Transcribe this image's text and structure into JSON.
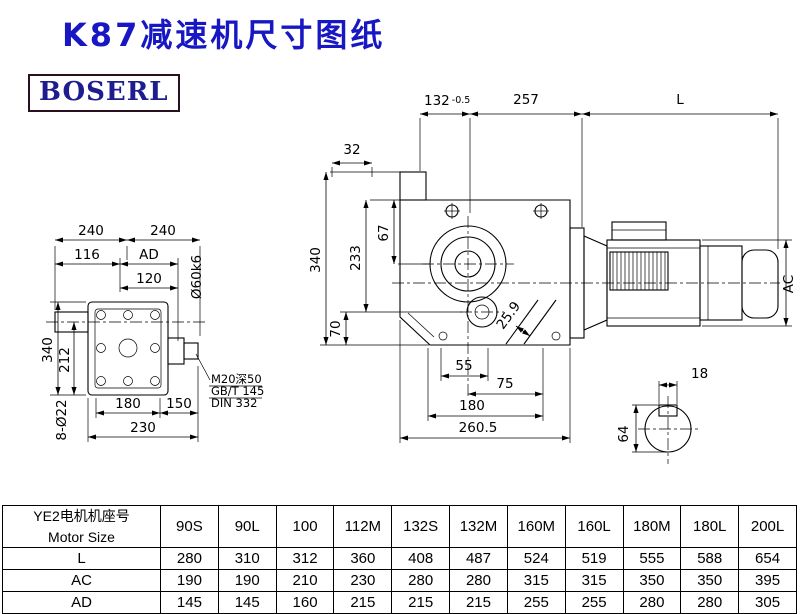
{
  "page": {
    "title": "K87减速机尺寸图纸",
    "logo": "BOSERL"
  },
  "dims": {
    "lv_240a": "240",
    "lv_240b": "240",
    "lv_116": "116",
    "lv_ad": "AD",
    "lv_120": "120",
    "lv_shaft_dia": "Ø60k6",
    "lv_340": "340",
    "lv_212": "212",
    "lv_180": "180",
    "lv_150": "150",
    "lv_230": "230",
    "lv_bolt_holes": "8-Ø22",
    "lv_thread_line1": "M20深50",
    "lv_thread_line2": "GB/T 145",
    "lv_thread_line3": "DIN 332",
    "cv_132": "132",
    "cv_132_tol": "-0.5",
    "cv_257": "257",
    "cv_length": "L",
    "cv_32": "32",
    "cv_340": "340",
    "cv_233": "233",
    "cv_67": "67",
    "cv_70": "70",
    "cv_259": "25.9",
    "cv_55": "55",
    "cv_75": "75",
    "cv_180": "180",
    "cv_2605": "260.5",
    "cv_ac": "AC",
    "ss_18": "18",
    "ss_64": "64"
  },
  "table": {
    "header_cn": "YE2电机机座号",
    "header_en": "Motor Size",
    "columns": [
      "90S",
      "90L",
      "100",
      "112M",
      "132S",
      "132M",
      "160M",
      "160L",
      "180M",
      "180L",
      "200L"
    ],
    "rows": [
      {
        "label": "L",
        "values": [
          "280",
          "310",
          "312",
          "360",
          "408",
          "487",
          "524",
          "519",
          "555",
          "588",
          "654"
        ]
      },
      {
        "label": "AC",
        "values": [
          "190",
          "190",
          "210",
          "230",
          "280",
          "280",
          "315",
          "315",
          "350",
          "350",
          "395"
        ]
      },
      {
        "label": "AD",
        "values": [
          "145",
          "145",
          "160",
          "215",
          "215",
          "215",
          "255",
          "255",
          "280",
          "280",
          "305"
        ]
      }
    ]
  }
}
